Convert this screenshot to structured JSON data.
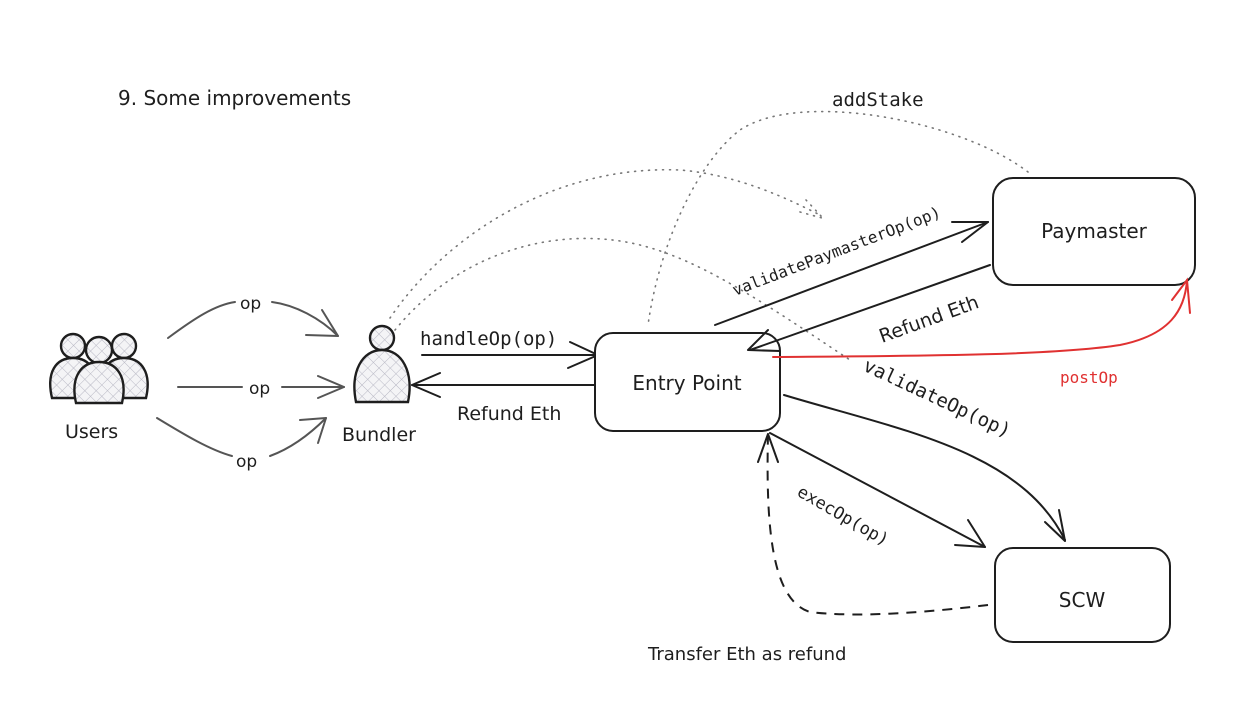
{
  "title": "9. Some improvements",
  "colors": {
    "stroke": "#1e1e1e",
    "accent_red": "#e03131",
    "background": "#ffffff"
  },
  "actors": {
    "users": {
      "label": "Users",
      "icon": "users-group-icon"
    },
    "bundler": {
      "label": "Bundler",
      "icon": "user-icon"
    }
  },
  "nodes": {
    "entry_point": {
      "label": "Entry Point"
    },
    "paymaster": {
      "label": "Paymaster"
    },
    "scw": {
      "label": "SCW"
    }
  },
  "edges": {
    "op_top": "op",
    "op_middle": "op",
    "op_bottom": "op",
    "handle_op": "handleOp(op)",
    "refund_eth_bundler": "Refund Eth",
    "validate_paymaster_op": "validatePaymasterOp(op)",
    "refund_eth_paymaster": "Refund Eth",
    "post_op": "postOp",
    "validate_op": "validateOp(op)",
    "exec_op": "execOp(op)",
    "transfer_refund": "Transfer Eth as refund",
    "add_stake": "addStake"
  }
}
